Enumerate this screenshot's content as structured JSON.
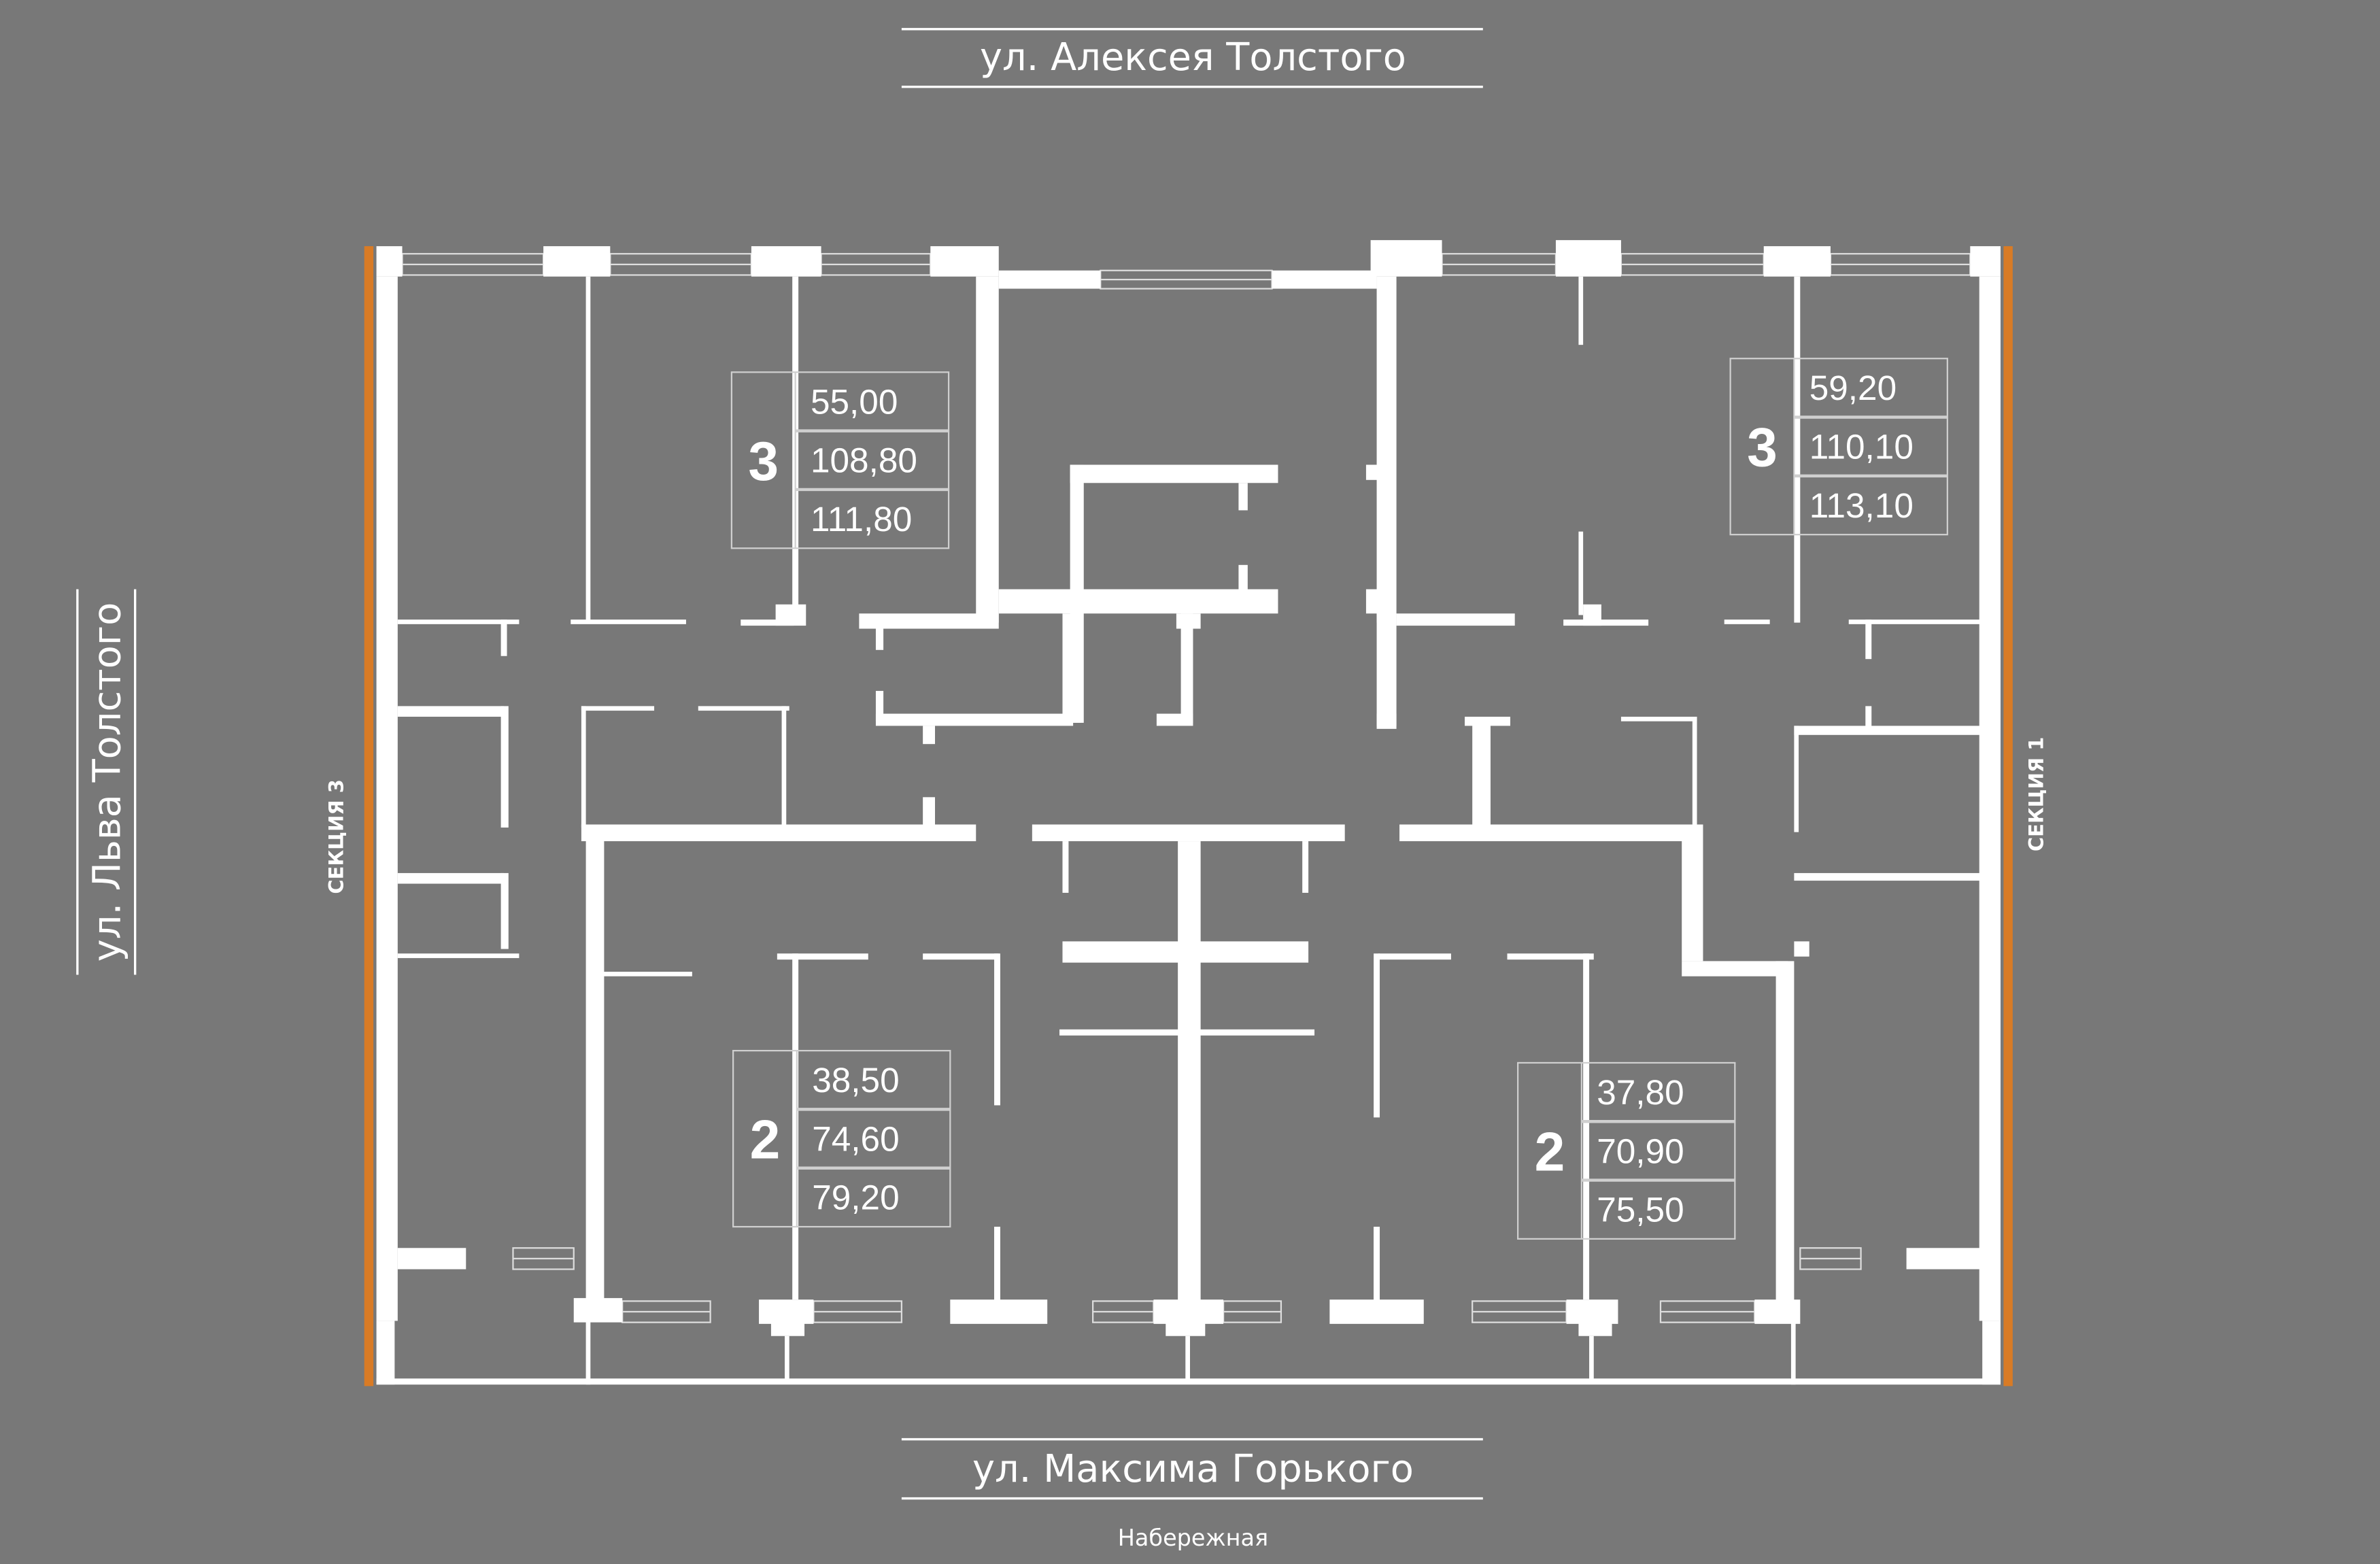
{
  "streets": {
    "top": "ул. Алексея Толстого",
    "bottom": "ул. Максима Горького",
    "left": "ул. Льва Толстого",
    "embankment": "Набережная"
  },
  "sections": {
    "left": "СЕКЦИЯ 3",
    "right": "СЕКЦИЯ 1"
  },
  "colors": {
    "background": "#787878",
    "walls": "#ffffff",
    "section_border": "#d97b25"
  },
  "apartments": [
    {
      "rooms": "3",
      "areas": [
        "55,00",
        "108,80",
        "111,80"
      ]
    },
    {
      "rooms": "3",
      "areas": [
        "59,20",
        "110,10",
        "113,10"
      ]
    },
    {
      "rooms": "2",
      "areas": [
        "38,50",
        "74,60",
        "79,20"
      ]
    },
    {
      "rooms": "2",
      "areas": [
        "37,80",
        "70,90",
        "75,50"
      ]
    }
  ]
}
